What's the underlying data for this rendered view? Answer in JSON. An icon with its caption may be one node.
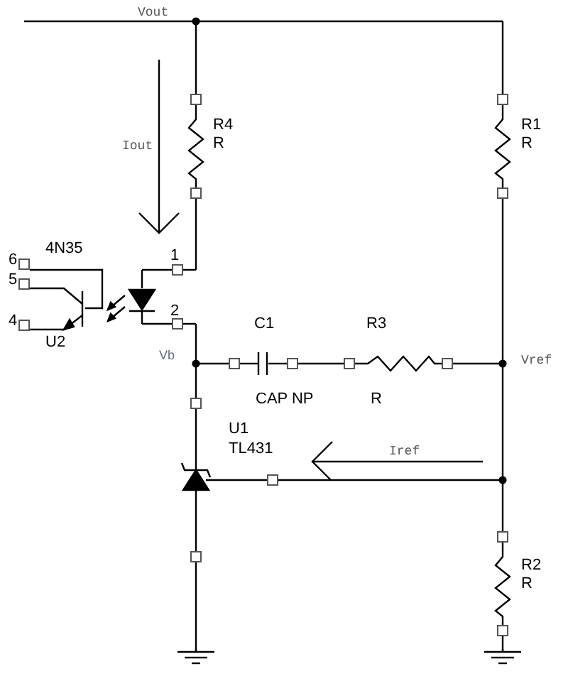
{
  "diagram": {
    "labels": [
      "Vout",
      "R4",
      "R1",
      "Iout",
      "R",
      "R",
      "4N35",
      "6",
      "1",
      "5",
      "4",
      "C1",
      "2",
      "R3",
      "U2",
      "Vb",
      "Vref",
      "CAP NP",
      "R",
      "U1",
      "TL431",
      "Iref",
      "R2",
      "R"
    ]
  }
}
